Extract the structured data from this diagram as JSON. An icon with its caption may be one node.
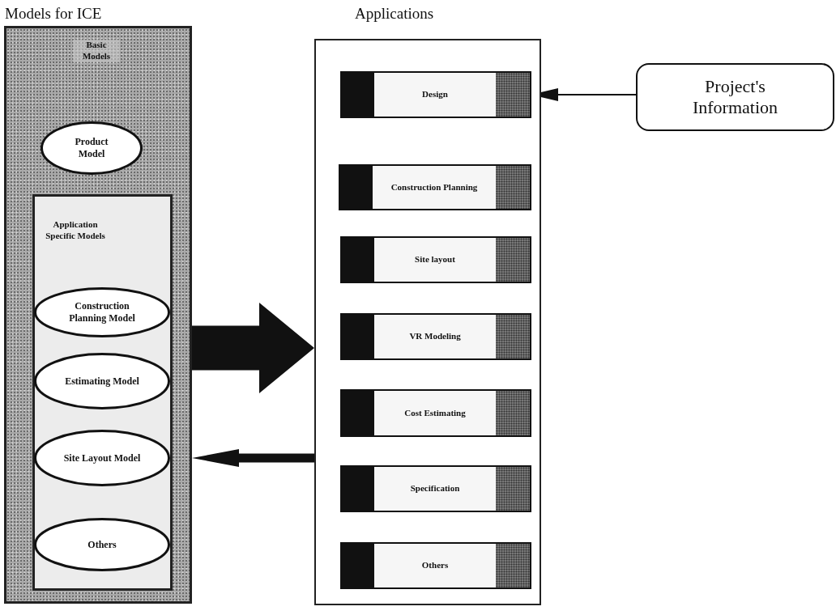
{
  "diagram": {
    "nodes": [
      {
        "text": [
          "Models for ICE",
          "Basic Models"
        ]
      },
      {
        "text": [
          "Product Model"
        ],
        "in": 0
      },
      {
        "text": [
          "Application Specific Models"
        ],
        "in": 0
      },
      {
        "text": [
          "Construction Planning Model"
        ],
        "in": 2
      },
      {
        "text": [
          "Estimating Model"
        ],
        "in": 2
      },
      {
        "text": [
          "Site Layout Model"
        ],
        "in": 2
      },
      {
        "text": [
          "Others"
        ],
        "in": 2
      },
      {
        "text": [
          "Applications"
        ]
      },
      {
        "text": [
          "Design"
        ],
        "in": 7
      },
      {
        "text": [
          "Construction Planning"
        ],
        "in": 7
      },
      {
        "text": [
          "Site layout"
        ],
        "in": 7
      },
      {
        "text": [
          "VR Modeling"
        ],
        "in": 7
      },
      {
        "text": [
          "Cost Estimating"
        ],
        "in": 7
      },
      {
        "text": [
          "Specification"
        ],
        "in": 7
      },
      {
        "text": [
          "Others"
        ],
        "in": 7
      },
      {
        "text": [
          "Project's Information"
        ]
      }
    ],
    "edges": [
      {
        "from": 0,
        "to": 7,
        "arrow": "to",
        "style": "thick"
      },
      {
        "from": 7,
        "to": 0,
        "arrow": "to",
        "style": "thick"
      },
      {
        "from": 15,
        "to": 8,
        "arrow": "to"
      }
    ]
  }
}
